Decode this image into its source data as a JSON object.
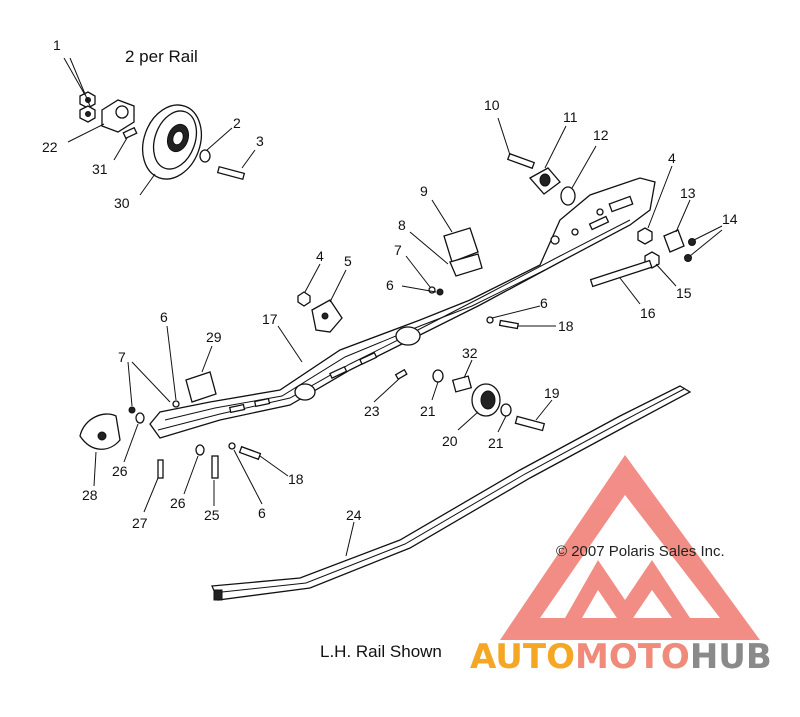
{
  "captions": {
    "per_rail": "2 per Rail",
    "rail_shown": "L.H. Rail Shown",
    "copyright": "© 2007 Polaris Sales Inc."
  },
  "watermark": {
    "part1": "AUTO",
    "part2": "MOTO",
    "part3": "HUB",
    "color_auto": "#f5a623",
    "color_moto": "#f08a7a",
    "color_hub": "#8a8a8a",
    "logo_color": "#f07a72"
  },
  "callouts": [
    {
      "id": "c1",
      "text": "1"
    },
    {
      "id": "c2",
      "text": "2"
    },
    {
      "id": "c3",
      "text": "3"
    },
    {
      "id": "c22",
      "text": "22"
    },
    {
      "id": "c31",
      "text": "31"
    },
    {
      "id": "c30",
      "text": "30"
    },
    {
      "id": "c10",
      "text": "10"
    },
    {
      "id": "c11",
      "text": "11"
    },
    {
      "id": "c12",
      "text": "12"
    },
    {
      "id": "c9",
      "text": "9"
    },
    {
      "id": "c8",
      "text": "8"
    },
    {
      "id": "c7a",
      "text": "7"
    },
    {
      "id": "c6a",
      "text": "6"
    },
    {
      "id": "c4a",
      "text": "4"
    },
    {
      "id": "c5",
      "text": "5"
    },
    {
      "id": "c4b",
      "text": "4"
    },
    {
      "id": "c13",
      "text": "13"
    },
    {
      "id": "c14",
      "text": "14"
    },
    {
      "id": "c15",
      "text": "15"
    },
    {
      "id": "c16",
      "text": "16"
    },
    {
      "id": "c6b",
      "text": "6"
    },
    {
      "id": "c18a",
      "text": "18"
    },
    {
      "id": "c17",
      "text": "17"
    },
    {
      "id": "c6c",
      "text": "6"
    },
    {
      "id": "c29",
      "text": "29"
    },
    {
      "id": "c7b",
      "text": "7"
    },
    {
      "id": "c32",
      "text": "32"
    },
    {
      "id": "c19",
      "text": "19"
    },
    {
      "id": "c23",
      "text": "23"
    },
    {
      "id": "c21a",
      "text": "21"
    },
    {
      "id": "c20",
      "text": "20"
    },
    {
      "id": "c21b",
      "text": "21"
    },
    {
      "id": "c28",
      "text": "28"
    },
    {
      "id": "c26a",
      "text": "26"
    },
    {
      "id": "c26b",
      "text": "26"
    },
    {
      "id": "c25",
      "text": "25"
    },
    {
      "id": "c6d",
      "text": "6"
    },
    {
      "id": "c18b",
      "text": "18"
    },
    {
      "id": "c27",
      "text": "27"
    },
    {
      "id": "c24",
      "text": "24"
    }
  ]
}
